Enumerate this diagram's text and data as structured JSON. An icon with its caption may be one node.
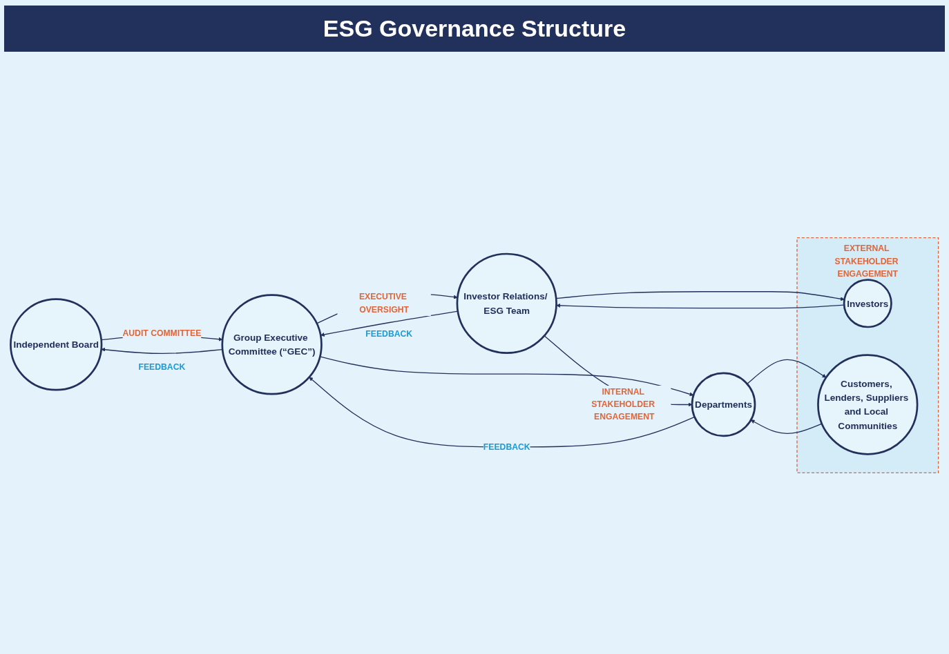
{
  "diagram": {
    "title": "ESG Governance Structure",
    "nodes": [
      {
        "text": [
          "Independent Board"
        ]
      },
      {
        "text": [
          "Group Executive Committee (“GEC”)"
        ]
      },
      {
        "text": [
          "Investor Relations/ ESG Team"
        ]
      },
      {
        "text": [
          "Departments"
        ]
      },
      {
        "text": [
          "EXTERNAL STAKEHOLDER ENGAGEMENT"
        ]
      },
      {
        "text": [
          "Investors"
        ],
        "in": 4
      },
      {
        "text": [
          "Customers, Lenders, Suppliers and Local Communities"
        ],
        "in": 4
      }
    ],
    "edges": [
      {
        "from": 0,
        "to": 1,
        "arrow": "to",
        "label": "AUDIT COMMITTEE"
      },
      {
        "from": 1,
        "to": 0,
        "arrow": "to",
        "label": "FEEDBACK"
      },
      {
        "from": 1,
        "to": 2,
        "arrow": "to",
        "label": "EXECUTIVE OVERSIGHT"
      },
      {
        "from": 2,
        "to": 1,
        "arrow": "to",
        "label": "FEEDBACK"
      },
      {
        "from": 1,
        "to": 3,
        "arrow": "to"
      },
      {
        "from": 3,
        "to": 1,
        "arrow": "to",
        "label": "FEEDBACK"
      },
      {
        "from": 2,
        "to": 3,
        "arrow": "to",
        "label": "INTERNAL STAKEHOLDER ENGAGEMENT"
      },
      {
        "from": 2,
        "to": 5,
        "arrow": "to"
      },
      {
        "from": 5,
        "to": 2,
        "arrow": "to"
      },
      {
        "from": 3,
        "to": 6,
        "arrow": "to"
      },
      {
        "from": 6,
        "to": 3,
        "arrow": "to"
      }
    ]
  }
}
